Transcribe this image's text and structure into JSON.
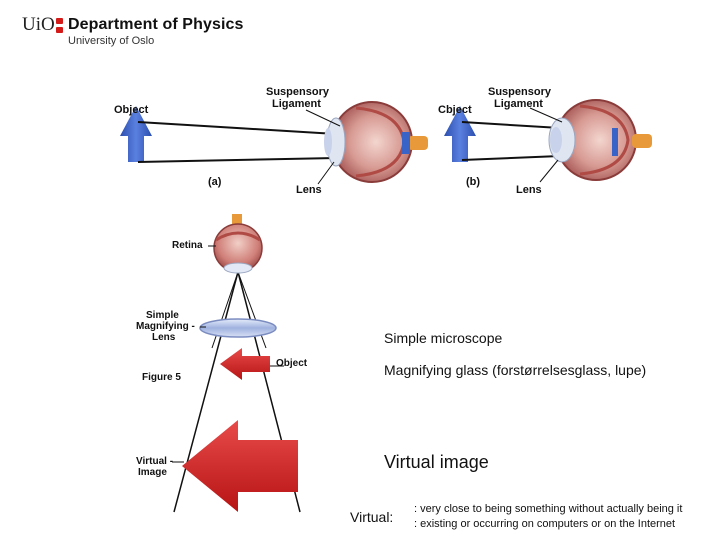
{
  "header": {
    "org_short": "UiO",
    "department": "Department of Physics",
    "university": "University of Oslo",
    "accent_color": "#d51a1a"
  },
  "eye_figures": {
    "a": {
      "object_label": "Object",
      "ligament_label_line1": "Suspensory",
      "ligament_label_line2": "Ligament",
      "lens_label": "Lens",
      "panel_label": "(a)"
    },
    "b": {
      "object_label": "Cbject",
      "ligament_label_line1": "Suspensory",
      "ligament_label_line2": "Ligament",
      "lens_label": "Lens",
      "panel_label": "(b)"
    }
  },
  "magnifier_figure": {
    "retina_label": "Retina",
    "lens_label_line1": "Simple",
    "lens_label_line2": "Magnifying -",
    "lens_label_line3": "Lens",
    "object_label": "Object",
    "figure_label": "Figure 5",
    "virtual_label_line1": "Virtual -",
    "virtual_label_line2": "Image"
  },
  "text": {
    "simple_microscope": "Simple microscope",
    "magnifying_glass": "Magnifying glass (forstørrelsesglass, lupe)",
    "virtual_image": "Virtual image",
    "virtual_term": "Virtual:",
    "definition_1": ": very close to being something without actually being it",
    "definition_2": ": existing or occurring on computers or on the Internet"
  },
  "colors": {
    "object_arrow": "#3a63c8",
    "image_arrow": "#d32020",
    "eye_tissue": "#c97a7a",
    "lens_blue": "#a9b9e2"
  }
}
